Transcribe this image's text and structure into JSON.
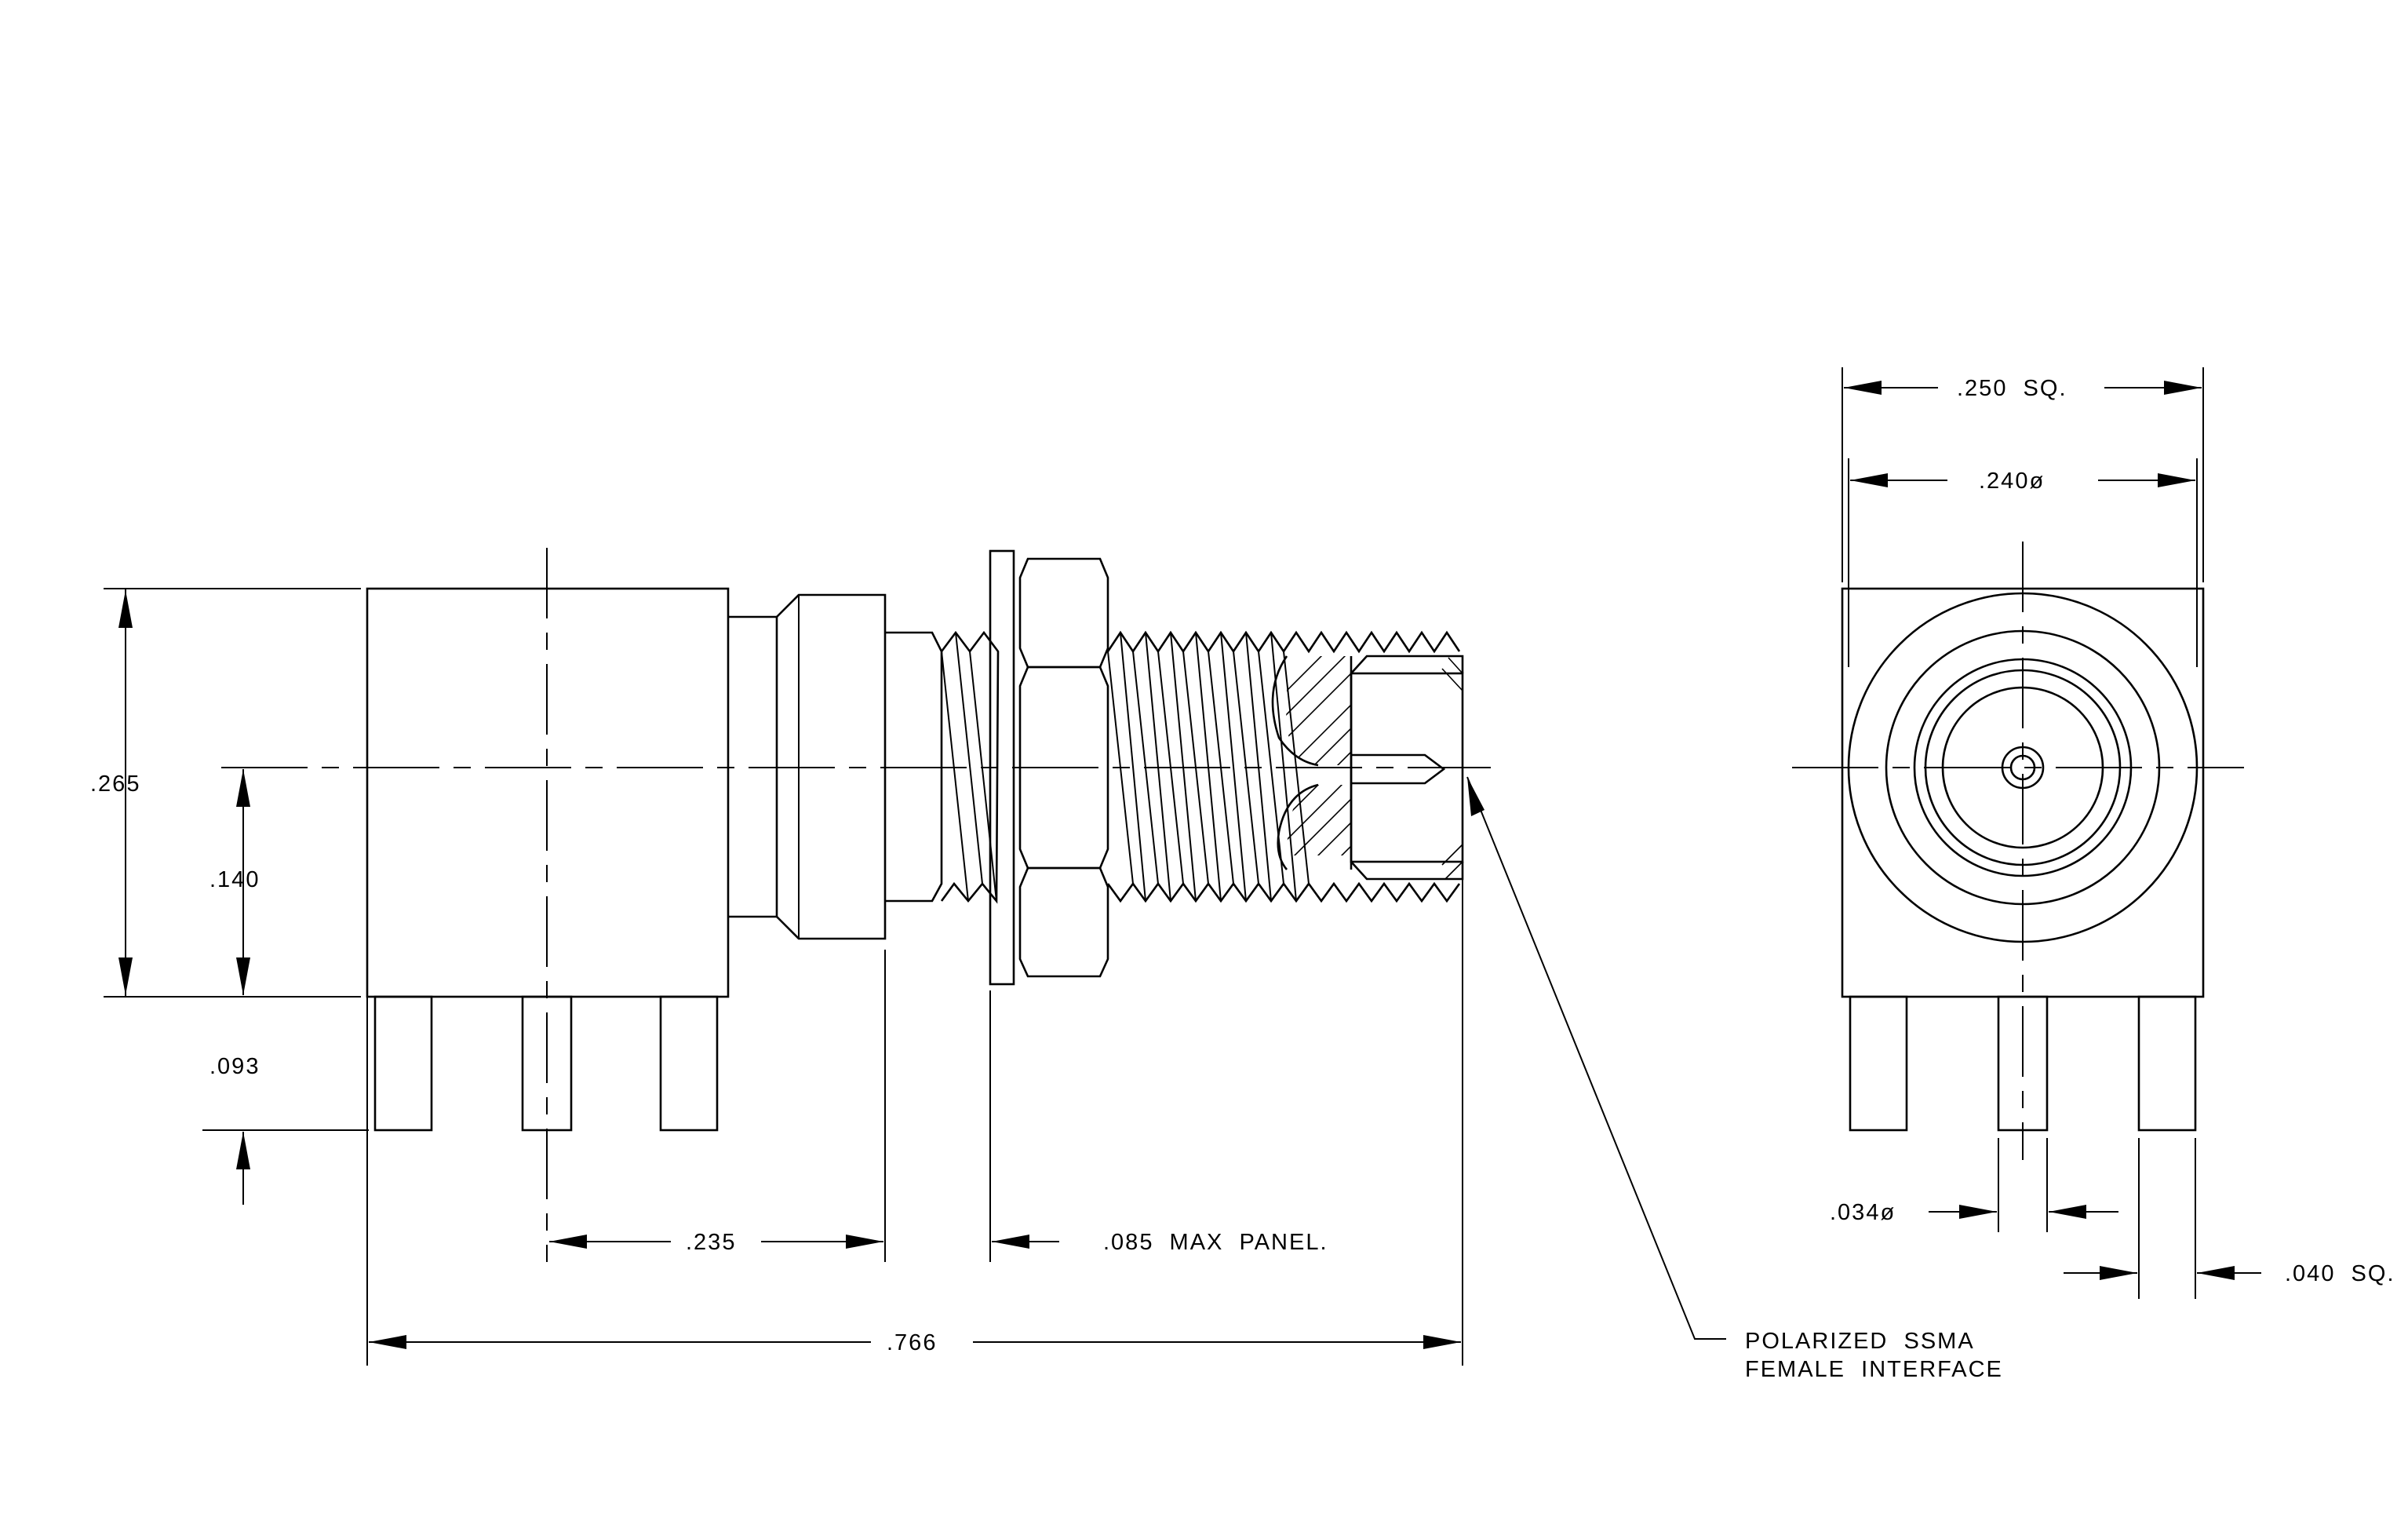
{
  "side_view": {
    "dim_overall_height": ".265",
    "dim_centerline_height": ".140",
    "dim_pin_length": ".093",
    "dim_pin_to_flange": ".235",
    "dim_panel": ".085  MAX  PANEL.",
    "dim_overall_length": ".766",
    "callout_line1": "POLARIZED  SSMA",
    "callout_line2": "FEMALE  INTERFACE"
  },
  "front_view": {
    "dim_square": ".250  SQ.",
    "dim_diameter": ".240ø",
    "dim_pin_diameter": ".034ø",
    "dim_pin_square": ".040  SQ."
  }
}
